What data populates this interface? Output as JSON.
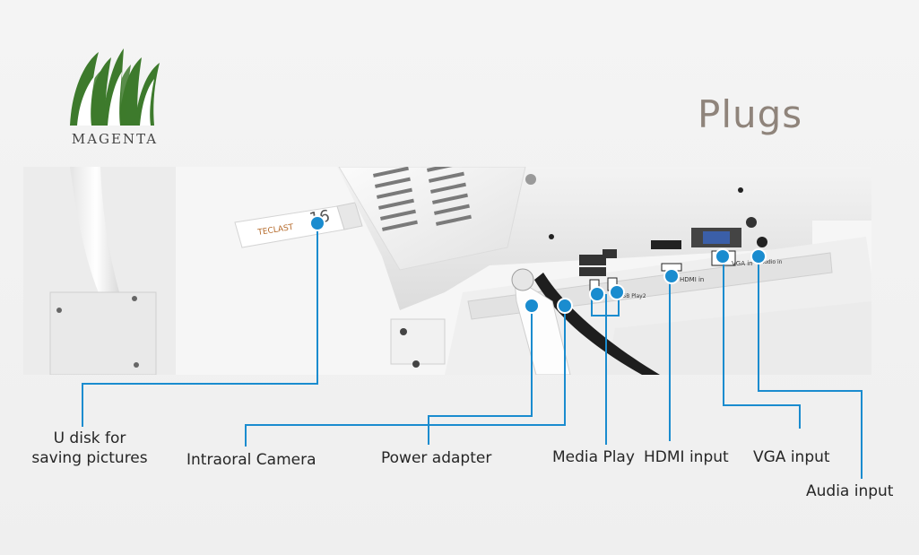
{
  "brand": {
    "name": "MAGENTA",
    "logo_color": "#3d7a2c"
  },
  "title": "Plugs",
  "callout_color": "#1a8ccf",
  "labels": {
    "u_disk_line1": "U disk for",
    "u_disk_line2": "saving pictures",
    "camera": "Intraoral Camera",
    "power": "Power adapter",
    "media": "Media Play",
    "hdmi": "HDMI input",
    "vga": "VGA input",
    "audio": "Audia input"
  },
  "device": {
    "usb_brand": "TECLAST",
    "usb_port_label": "USB Play2",
    "hdmi_port_label": "HDMI in",
    "vga_port_label": "VGA in",
    "audio_port_label": "Audio in"
  }
}
